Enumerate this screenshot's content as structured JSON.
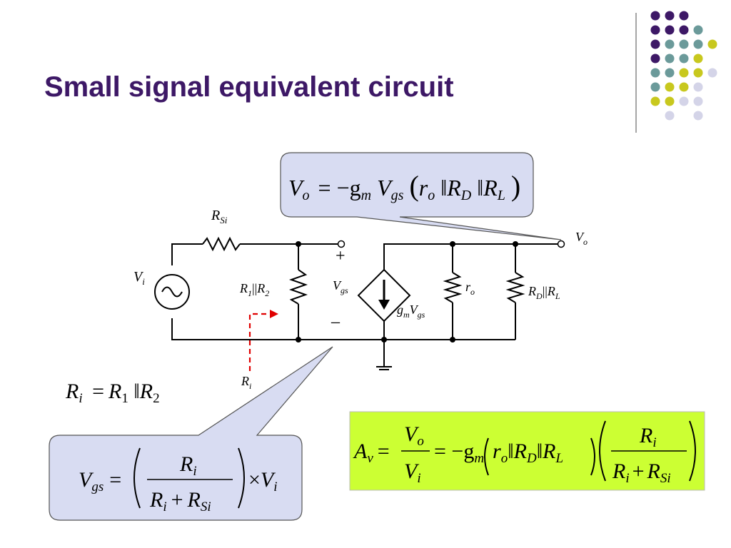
{
  "slide": {
    "title": "Small signal equivalent circuit"
  },
  "colors": {
    "title": "#3d1866",
    "dot_purple": "#3d1866",
    "dot_teal": "#6b9a9a",
    "dot_yellow": "#c8c81e",
    "dot_lavender": "#d4d4e8",
    "callout_fill": "#d8dcf2",
    "gain_box_fill": "#ccff33",
    "ri_arrow": "#e00000"
  },
  "decoration": {
    "dot_grid": [
      [
        "purple",
        "purple",
        "purple",
        null,
        null
      ],
      [
        "purple",
        "purple",
        "purple",
        "teal",
        null
      ],
      [
        "purple",
        "teal",
        "teal",
        "teal",
        "yellow"
      ],
      [
        "purple",
        "teal",
        "teal",
        "yellow",
        null
      ],
      [
        "teal",
        "teal",
        "yellow",
        "yellow",
        "lavender"
      ],
      [
        "teal",
        "yellow",
        "yellow",
        "lavender",
        null
      ],
      [
        "yellow",
        "yellow",
        "lavender",
        "lavender",
        null
      ],
      [
        null,
        "lavender",
        null,
        "lavender",
        null
      ]
    ]
  },
  "circuit": {
    "source_label": {
      "main": "V",
      "sub": "i"
    },
    "series_resistor": {
      "main": "R",
      "sub": "Si"
    },
    "bias_resistor": {
      "r1": "R",
      "s1": "1",
      "sep": "||",
      "r2": "R",
      "s2": "2"
    },
    "vgs_label": {
      "main": "V",
      "sub": "gs"
    },
    "plus": "+",
    "minus": "–",
    "dep_source_label": {
      "g": "g",
      "gs": "m",
      "v": "V",
      "vs": "gs"
    },
    "ro_label": {
      "main": "r",
      "sub": "o"
    },
    "load_label": {
      "r1": "R",
      "s1": "D",
      "sep": "||",
      "r2": "R",
      "s2": "L"
    },
    "vo_label": {
      "main": "V",
      "sub": "o"
    },
    "ri_label": {
      "main": "R",
      "sub": "i"
    }
  },
  "equations": {
    "vo": {
      "lhs": "V",
      "lhs_sub": "o",
      "eq": "= −g",
      "gm_sub": "m",
      "v": "V",
      "v_sub": "gs",
      "open": "(",
      "r": "r",
      "r_sub": "o",
      "par1": "‖",
      "rd": "R",
      "rd_sub": "D",
      "par2": "‖",
      "rl": "R",
      "rl_sub": "L",
      "close": ")"
    },
    "ri": {
      "lhs": "R",
      "lhs_sub": "i",
      "eq": "=",
      "r1": "R",
      "r1_sub": "1",
      "par": "‖",
      "r2": "R",
      "r2_sub": "2"
    },
    "vgs": {
      "lhs": "V",
      "lhs_sub": "gs",
      "eq": "=",
      "num": "R",
      "num_sub": "i",
      "den_a": "R",
      "den_a_sub": "i",
      "den_plus": "+",
      "den_b": "R",
      "den_b_sub": "Si",
      "times": "×",
      "v": "V",
      "v_sub": "i"
    },
    "av": {
      "lhs": "A",
      "lhs_sub": "v",
      "eq1": "=",
      "num": "V",
      "num_sub": "o",
      "den": "V",
      "den_sub": "i",
      "eq2": "= −g",
      "gm_sub": "m",
      "r": "r",
      "r_sub": "o",
      "par1": "‖",
      "rd": "R",
      "rd_sub": "D",
      "par2": "‖",
      "rl": "R",
      "rl_sub": "L",
      "fnum": "R",
      "fnum_sub": "i",
      "fden_a": "R",
      "fden_a_sub": "i",
      "fden_plus": "+",
      "fden_b": "R",
      "fden_b_sub": "Si"
    }
  }
}
